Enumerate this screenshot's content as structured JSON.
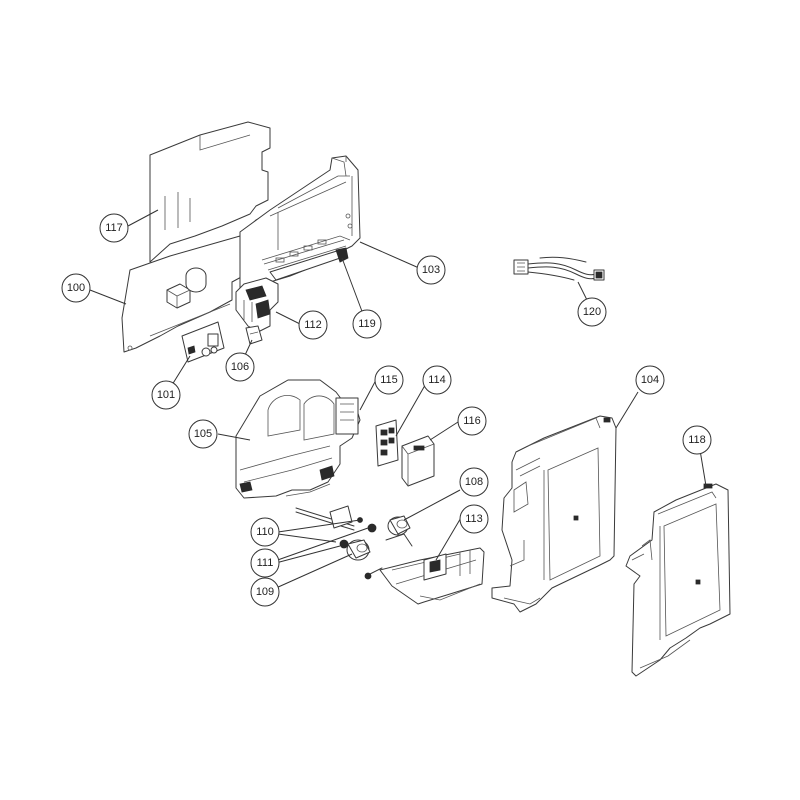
{
  "diagram": {
    "callouts": {
      "c100": "100",
      "c101": "101",
      "c103": "103",
      "c104": "104",
      "c105": "105",
      "c106": "106",
      "c108": "108",
      "c109": "109",
      "c110": "110",
      "c111": "111",
      "c112": "112",
      "c113": "113",
      "c114": "114",
      "c115": "115",
      "c116": "116",
      "c117": "117",
      "c118": "118",
      "c119": "119",
      "c120": "120"
    },
    "colors": {
      "line": "#3a3a3a",
      "background": "#ffffff"
    }
  }
}
